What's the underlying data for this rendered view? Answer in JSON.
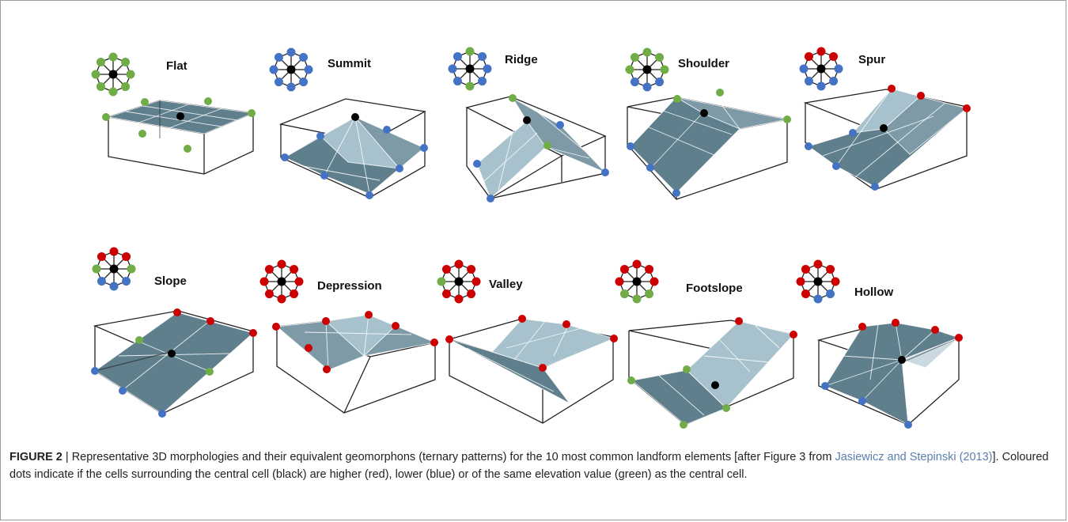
{
  "panels": [
    {
      "key": "flat",
      "label": "Flat",
      "pattern": [
        "g",
        "g",
        "g",
        "g",
        "g",
        "g",
        "g",
        "g"
      ]
    },
    {
      "key": "summit",
      "label": "Summit",
      "pattern": [
        "b",
        "b",
        "b",
        "b",
        "b",
        "b",
        "b",
        "b"
      ]
    },
    {
      "key": "ridge",
      "label": "Ridge",
      "pattern": [
        "g",
        "b",
        "b",
        "b",
        "g",
        "b",
        "b",
        "b"
      ]
    },
    {
      "key": "shoulder",
      "label": "Shoulder",
      "pattern": [
        "g",
        "g",
        "g",
        "b",
        "b",
        "b",
        "g",
        "g"
      ]
    },
    {
      "key": "spur",
      "label": "Spur",
      "pattern": [
        "r",
        "r",
        "b",
        "b",
        "b",
        "b",
        "b",
        "r"
      ]
    },
    {
      "key": "slope",
      "label": "Slope",
      "pattern": [
        "r",
        "r",
        "g",
        "b",
        "b",
        "b",
        "g",
        "r"
      ]
    },
    {
      "key": "depression",
      "label": "Depression",
      "pattern": [
        "r",
        "r",
        "r",
        "r",
        "r",
        "r",
        "r",
        "r"
      ]
    },
    {
      "key": "valley",
      "label": "Valley",
      "pattern": [
        "r",
        "r",
        "r",
        "r",
        "r",
        "r",
        "g",
        "r"
      ]
    },
    {
      "key": "footslope",
      "label": "Footslope",
      "pattern": [
        "r",
        "r",
        "r",
        "g",
        "g",
        "g",
        "r",
        "r"
      ]
    },
    {
      "key": "hollow",
      "label": "Hollow",
      "pattern": [
        "r",
        "r",
        "r",
        "b",
        "b",
        "r",
        "r",
        "r"
      ]
    }
  ],
  "colors": {
    "higher": "#cc0000",
    "lower": "#4472c4",
    "same": "#70ad47",
    "center": "#000000"
  },
  "caption": {
    "figure_number": "FIGURE 2",
    "separator": " | ",
    "text_before_ref": "Representative 3D morphologies and their equivalent geomorphons (ternary patterns) for the 10 most common landform elements [after Figure 3 from ",
    "reference": "Jasiewicz and Stepinski (2013)",
    "text_after_ref": "]. Coloured dots indicate if the cells surrounding the central cell (black) are higher (red), lower (blue) or of the same elevation value (green) as the central cell."
  }
}
